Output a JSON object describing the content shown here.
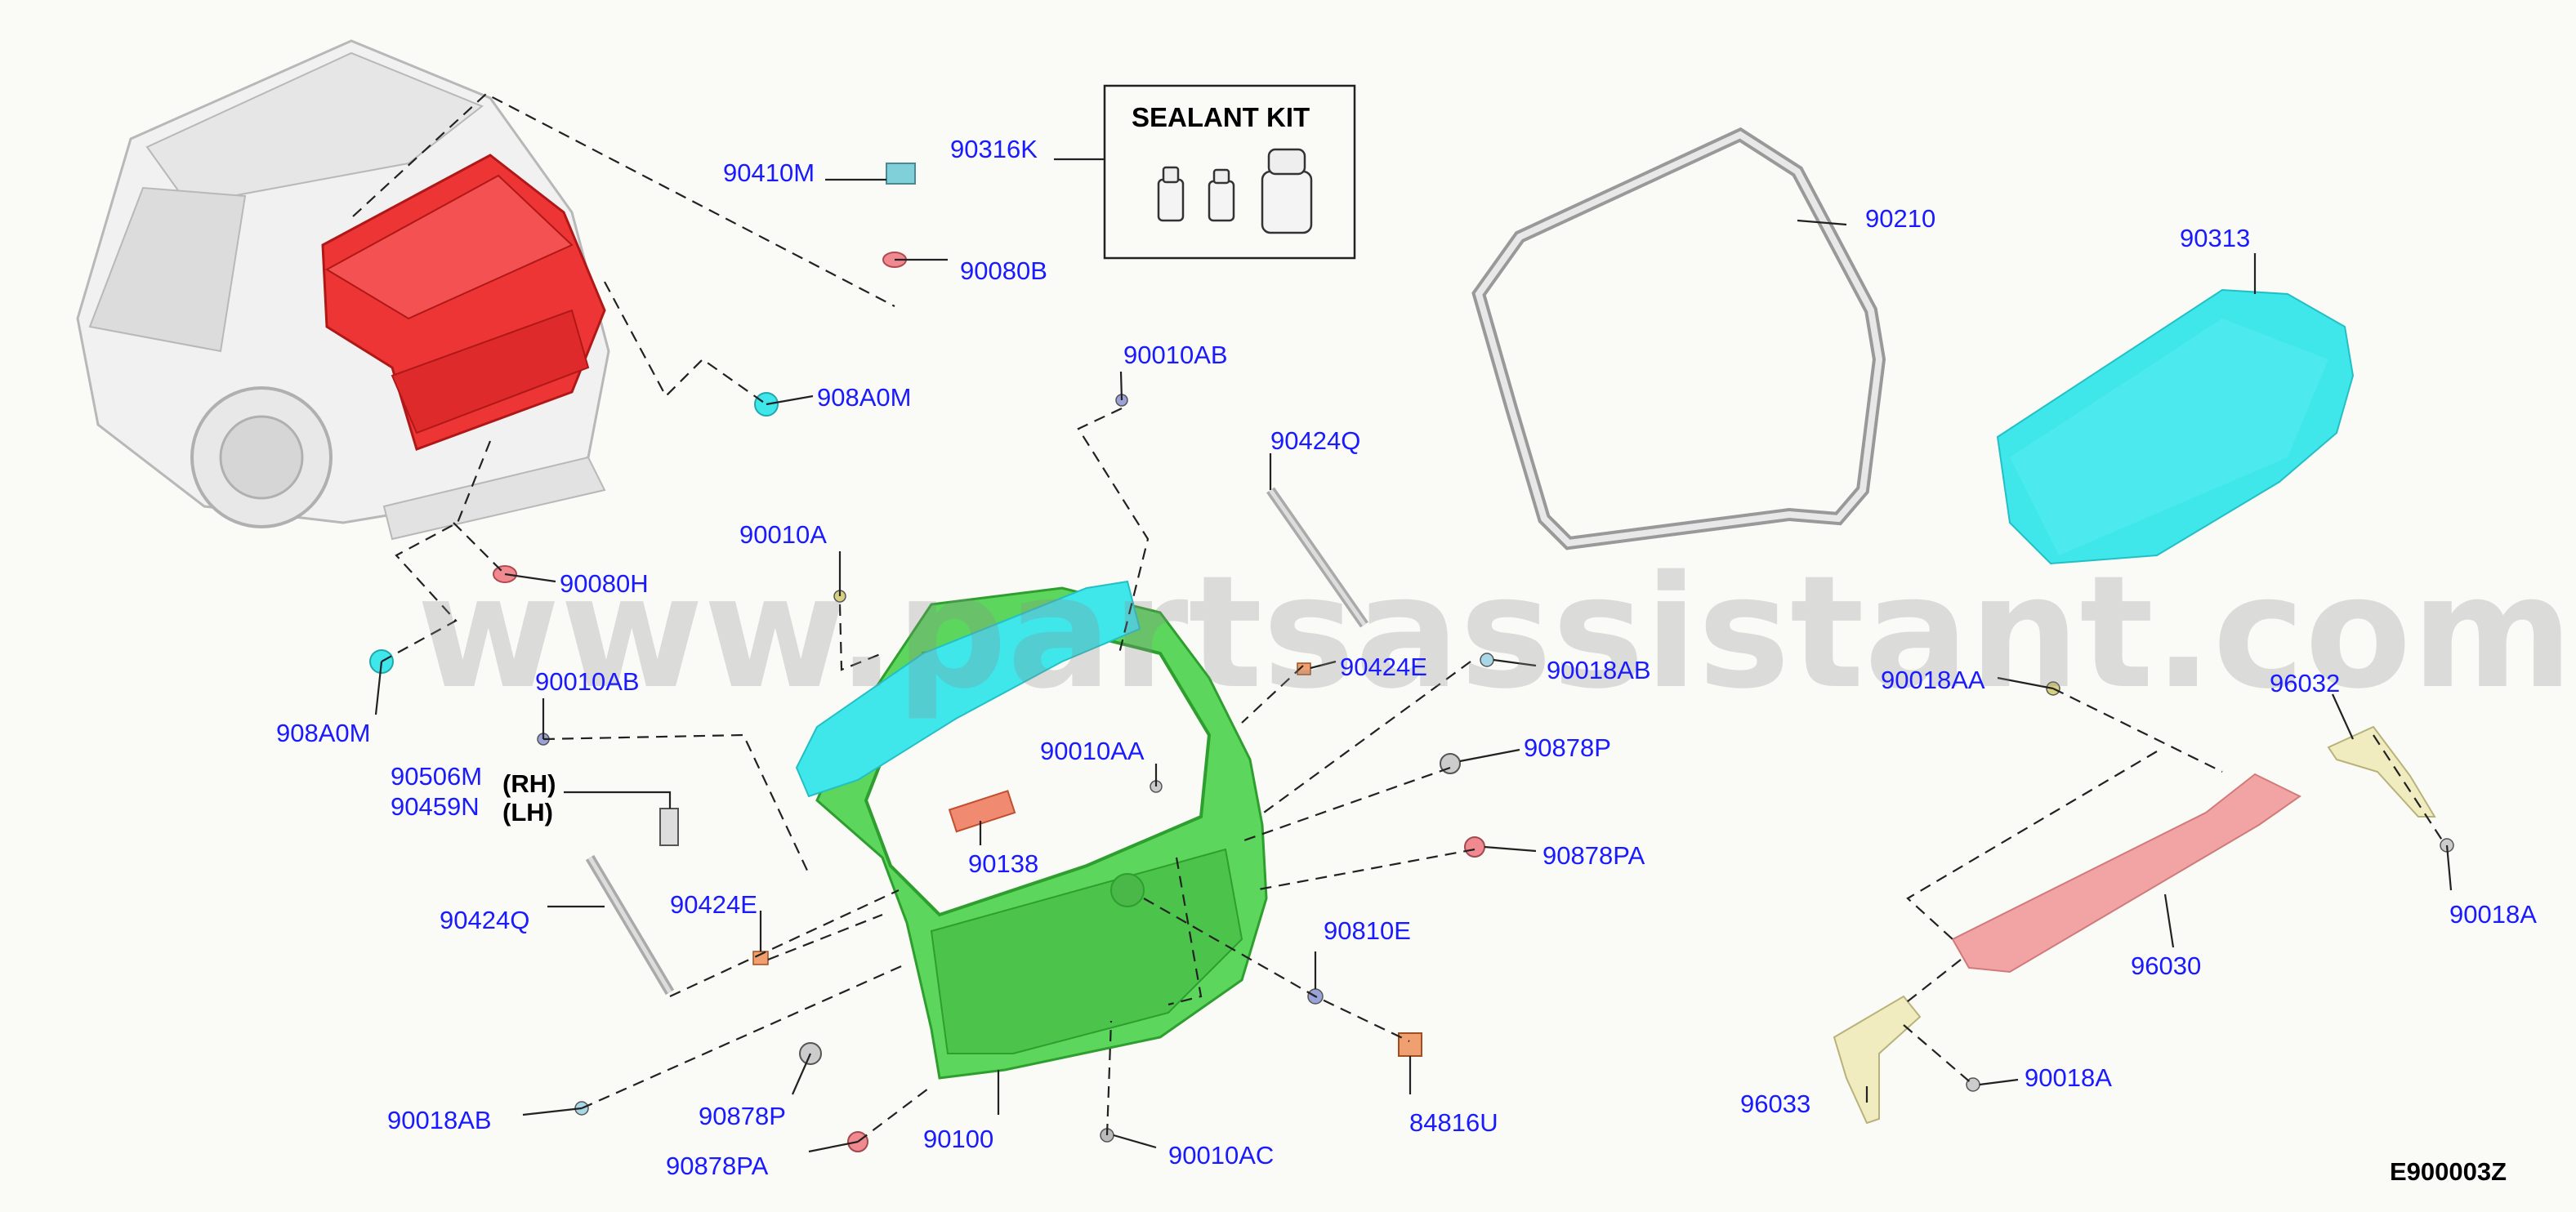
{
  "diagram": {
    "code": "E900003Z",
    "watermark": "www.partsassistant.com",
    "sealant_kit": {
      "title": "SEALANT KIT",
      "part": "90316K"
    },
    "side_notes": {
      "rh": "(RH)",
      "lh": "(LH)"
    },
    "callouts": {
      "p90410M": "90410M",
      "p90080B": "90080B",
      "p908A0M_top": "908A0M",
      "p908A0M_bottom": "908A0M",
      "p90080H": "90080H",
      "p90010AB_top": "90010AB",
      "p90424Q_right": "90424Q",
      "p90010A": "90010A",
      "p90010AB_left": "90010AB",
      "p90424E_right": "90424E",
      "p90018AB_right": "90018AB",
      "p90010AA": "90010AA",
      "p90878P_right": "90878P",
      "p90506M": "90506M",
      "p90459N": "90459N",
      "p90138": "90138",
      "p90878PA_right": "90878PA",
      "p90424E_left": "90424E",
      "p90424Q_left": "90424Q",
      "p90810E": "90810E",
      "p90018AB_bottom": "90018AB",
      "p90878P_bottom": "90878P",
      "p90878PA_bottom": "90878PA",
      "p90100": "90100",
      "p90010AC": "90010AC",
      "p84816U": "84816U",
      "p90210": "90210",
      "p90313": "90313",
      "p90018AA": "90018AA",
      "p96032": "96032",
      "p90018A_right": "90018A",
      "p96030": "96030",
      "p96033": "96033",
      "p90018A_bottom": "90018A"
    },
    "colors": {
      "label_blue": "#1a1aff",
      "door_red": "#ee3535",
      "glass_cyan": "#3fe6ea",
      "gate_green": "#5cd65c",
      "trim_pink": "#f2a4a4",
      "seal_gray": "#cfcfcf",
      "trim_cream": "#f0ecc0"
    }
  }
}
